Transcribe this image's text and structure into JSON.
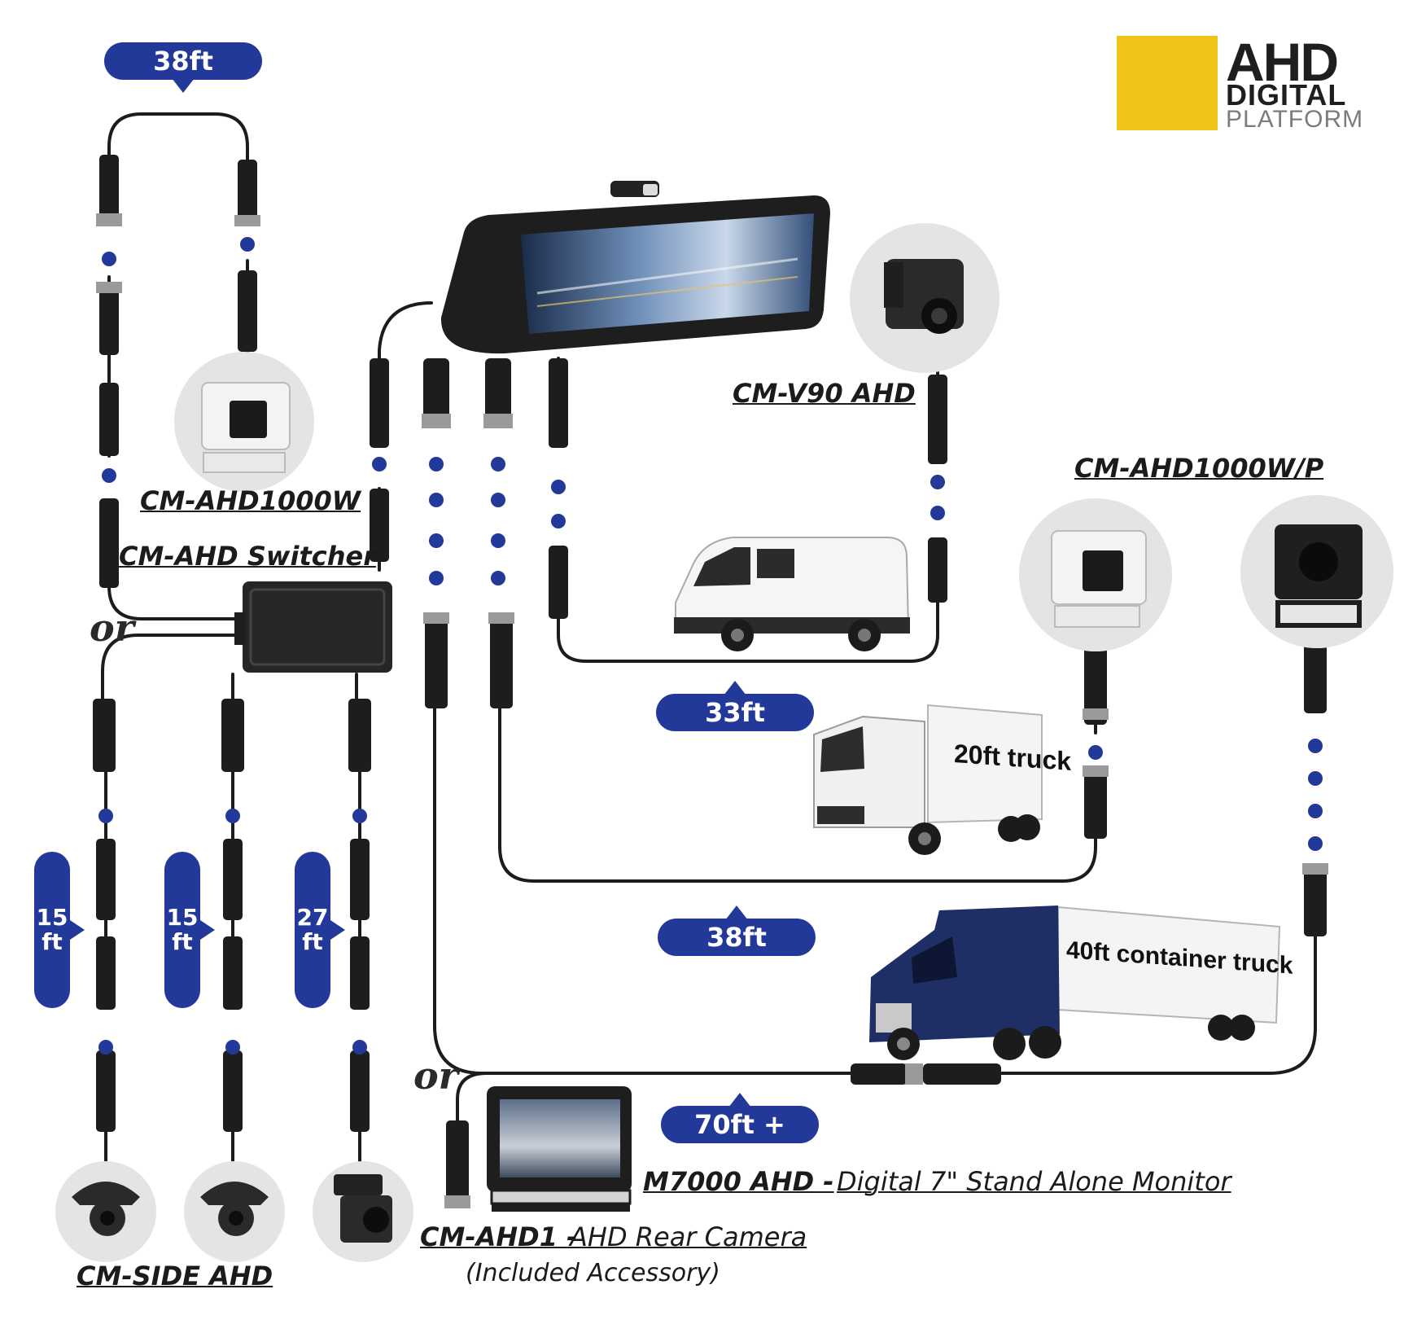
{
  "logo": {
    "line1": "AHD",
    "line2": "DIGITAL",
    "line3": "PLATFORM",
    "badge_color": "#f0c419"
  },
  "colors": {
    "accent": "#22399a",
    "cable": "#1c1c1c"
  },
  "lengths": {
    "switcher_extension": "38ft",
    "v90_cable": "33ft",
    "truck20_cable": "38ft",
    "container_cable": "70ft +",
    "side1_line1": "15",
    "side1_line2": "ft",
    "side2_line1": "15",
    "side2_line2": "ft",
    "side3_line1": "27",
    "side3_line2": "ft"
  },
  "labels": {
    "cm_v90": "CM-V90 AHD",
    "cm_ahd1000wp": "CM-AHD1000W/P",
    "cm_ahd1000w": "CM-AHD1000W",
    "switcher": "CM-AHD Switcher",
    "cm_side": "CM-SIDE AHD",
    "m7000_model": "M7000 AHD -",
    "m7000_desc": "Digital 7\" Stand Alone Monitor",
    "cm_ahd1_model": "CM-AHD1 -",
    "cm_ahd1_desc": "AHD Rear Camera",
    "cm_ahd1_note": "(Included Accessory)",
    "or1": "or",
    "or2": "or"
  },
  "vehicles": {
    "truck20": "20ft truck",
    "container": "40ft container truck"
  },
  "icons": {
    "mirror": "rearview-mirror-monitor-icon",
    "switcher_box": "switcher-box-icon",
    "camera_v90": "mini-camera-icon",
    "camera_white": "white-box-camera-icon",
    "camera_black": "black-box-camera-icon",
    "camera_side": "side-camera-icon",
    "camera_rear": "rear-camera-icon",
    "monitor": "monitor-icon",
    "van": "van-icon",
    "truck": "box-truck-icon",
    "semi": "semi-truck-icon"
  }
}
